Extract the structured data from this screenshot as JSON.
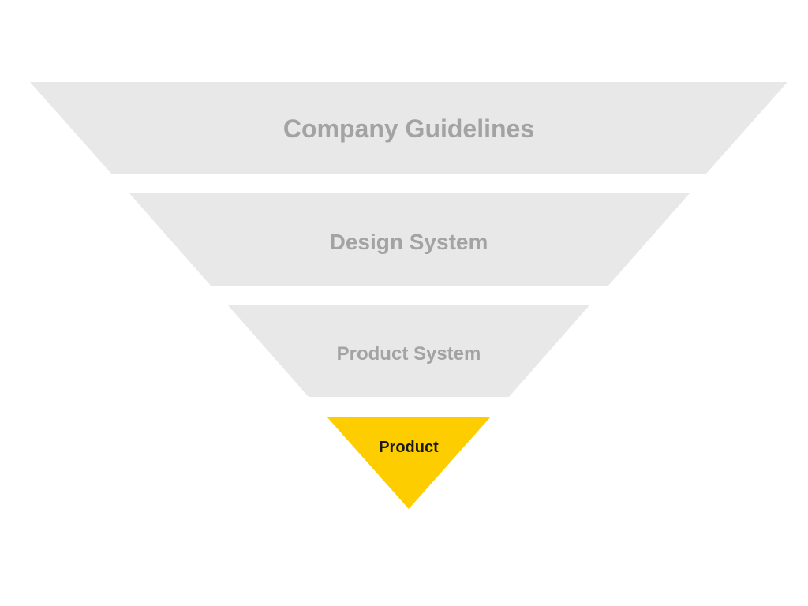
{
  "funnel": {
    "levels": [
      {
        "label": "Company Guidelines",
        "fill": "#e8e8e8",
        "text_color": "#a3a3a3"
      },
      {
        "label": "Design System",
        "fill": "#e8e8e8",
        "text_color": "#a3a3a3"
      },
      {
        "label": "Product System",
        "fill": "#e8e8e8",
        "text_color": "#a3a3a3"
      },
      {
        "label": "Product",
        "fill": "#fdcd00",
        "text_color": "#1a1a1a"
      }
    ]
  }
}
